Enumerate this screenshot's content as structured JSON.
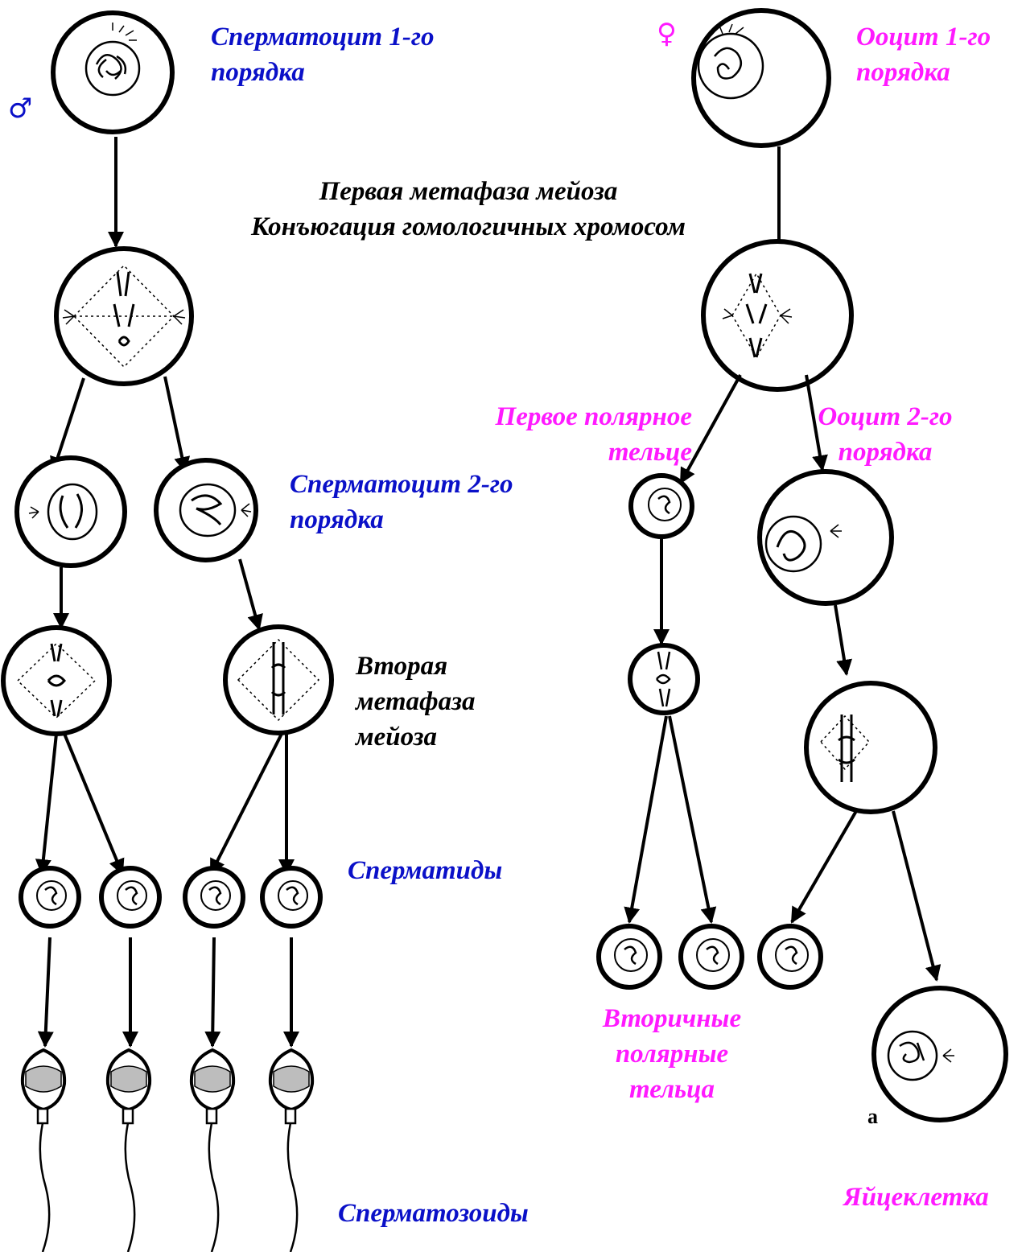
{
  "male_symbol": "♂",
  "female_symbol": "♀",
  "labels": {
    "spermatocyte1_l1": "Сперматоцит 1-го",
    "spermatocyte1_l2": "порядка",
    "oocyte1_l1": "Ооцит 1-го",
    "oocyte1_l2": "порядка",
    "metaphase1_l1": "Первая метафаза мейоза",
    "metaphase1_l2": "Конъюгация гомологичных хромосом",
    "first_polar_l1": "Первое полярное",
    "first_polar_l2": "тельце",
    "oocyte2_l1": "Ооцит 2-го",
    "oocyte2_l2": "порядка",
    "spermatocyte2_l1": "Сперматоцит 2-го",
    "spermatocyte2_l2": "порядка",
    "metaphase2_l1": "Вторая",
    "metaphase2_l2": "метафаза",
    "metaphase2_l3": "мейоза",
    "spermatids": "Сперматиды",
    "secondary_polar_l1": "Вторичные",
    "secondary_polar_l2": "полярные",
    "secondary_polar_l3": "тельца",
    "egg": "Яйцеклетка",
    "spermatozoa": "Сперматозоиды",
    "letter_a": "а"
  },
  "colors": {
    "male_labels": "#0a10c8",
    "female_labels": "#ff1aff",
    "neutral_labels": "#000000",
    "outline": "#000000"
  }
}
